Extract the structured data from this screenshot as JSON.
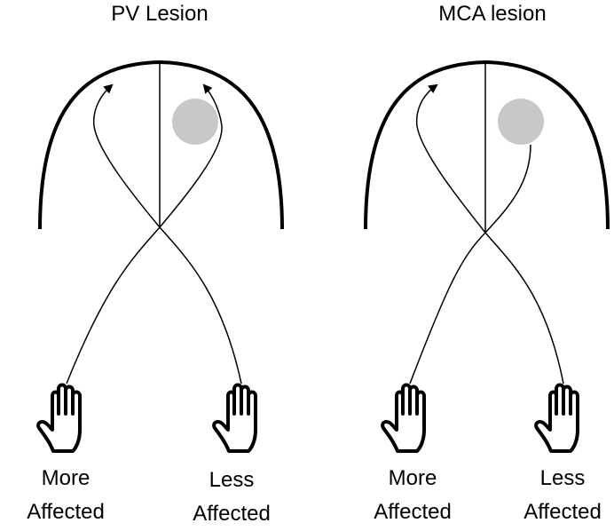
{
  "panels": [
    {
      "title": "PV Lesion",
      "left_hand_label": [
        "More",
        "Affected"
      ],
      "right_hand_label": [
        "Less",
        "Affected"
      ]
    },
    {
      "title": "MCA lesion",
      "left_hand_label": [
        "More",
        "Affected"
      ],
      "right_hand_label": [
        "Less",
        "Affected"
      ]
    }
  ],
  "colors": {
    "stroke": "#000000",
    "lesion": "#c8c8c8",
    "background": "#ffffff"
  },
  "icons": {
    "hand": "raised-hand-outline-icon",
    "arrow": "arrowhead-icon"
  }
}
